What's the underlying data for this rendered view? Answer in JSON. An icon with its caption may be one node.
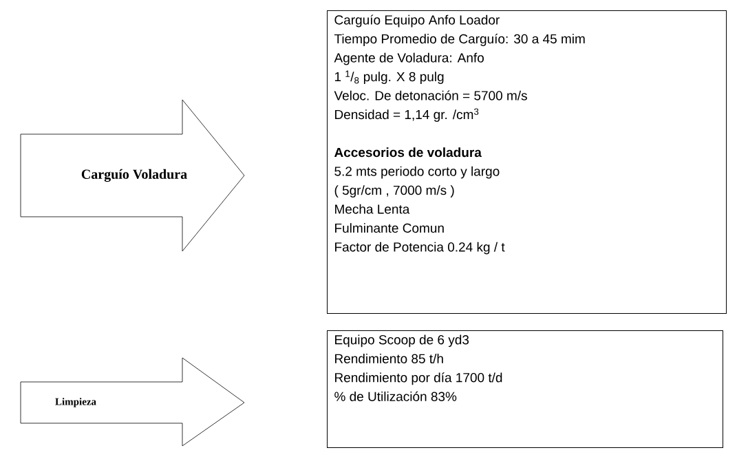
{
  "diagram": {
    "nodes": [
      {
        "text": [
          "Carguío Voladura"
        ]
      },
      {
        "text": [
          "Carguío Equipo Anfo Loador",
          "Tiempo Promedio de Carguío: 30 a 45 mim",
          "Agente de Voladura: Anfo",
          "1 $^{1}$/$_{8}$ pulg. X 8 pulg",
          "Veloc. De detonación = 5700 m/s",
          "Densidad = 1,14 gr. /cm$^{3}$",
          "Accesorios de voladura",
          "5.2 mts periodo corto y largo",
          "( 5gr/cm , 7000 m/s )",
          "Mecha Lenta",
          "Fulminante Comun",
          "Factor de Potencia 0.24 kg / t"
        ]
      },
      {
        "text": [
          "Limpieza"
        ]
      },
      {
        "text": [
          "Equipo Scoop de 6 yd3",
          "Rendimiento 85 t/h",
          "Rendimiento por día 1700 t/d",
          "% de Utilización 83%"
        ]
      }
    ],
    "edges": []
  }
}
